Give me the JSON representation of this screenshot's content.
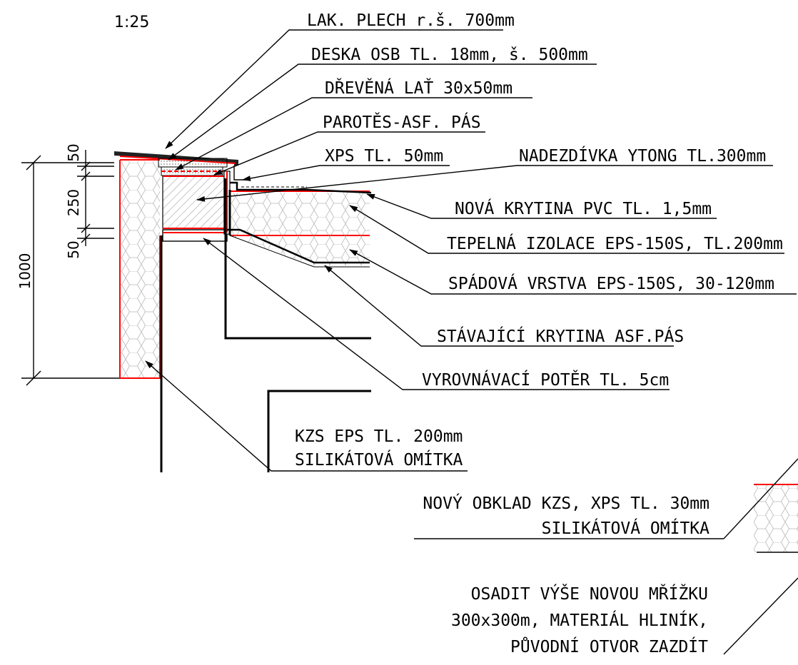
{
  "scale": "1:25",
  "dimensions": {
    "total": "1000",
    "d1": "50",
    "d2": "250",
    "d3": "50"
  },
  "labels": {
    "lak_plech": "LAK. PLECH r.š. 700mm",
    "deska_osb": "DESKA OSB TL. 18mm, š. 500mm",
    "drevena_lat": "DŘEVĚNÁ LAŤ 30x50mm",
    "parotes": "PAROTĚS-ASF. PÁS",
    "xps": "XPS TL. 50mm",
    "nadezdivka": "NADEZDÍVKA YTONG TL.300mm",
    "nova_krytina": "NOVÁ KRYTINA PVC TL. 1,5mm",
    "tepelna_izolace": "TEPELNÁ IZOLACE EPS-150S, TL.200mm",
    "spadova_vrstva": "SPÁDOVÁ VRSTVA EPS-150S, 30-120mm",
    "stavajici_krytina": "STÁVAJÍCÍ KRYTINA ASF.PÁS",
    "vyrovnavaci_poter": "VYROVNÁVACÍ POTĚR TL. 5cm",
    "kzs_line1": "KZS EPS TL. 200mm",
    "kzs_line2": "SILIKÁTOVÁ OMÍTKA",
    "obklad_line1": "NOVÝ OBKLAD KZS, XPS TL. 30mm",
    "obklad_line2": "SILIKÁTOVÁ OMÍTKA",
    "mrizka_line1": "OSADIT VÝŠE NOVOU MŘÍŽKU",
    "mrizka_line2": "300x300m, MATERIÁL HLINÍK,",
    "mrizka_line3": "PŮVODNÍ OTVOR ZAZDÍT"
  },
  "colors": {
    "line": "#000000",
    "insulation_edge": "#ff0000",
    "background": "#ffffff"
  }
}
